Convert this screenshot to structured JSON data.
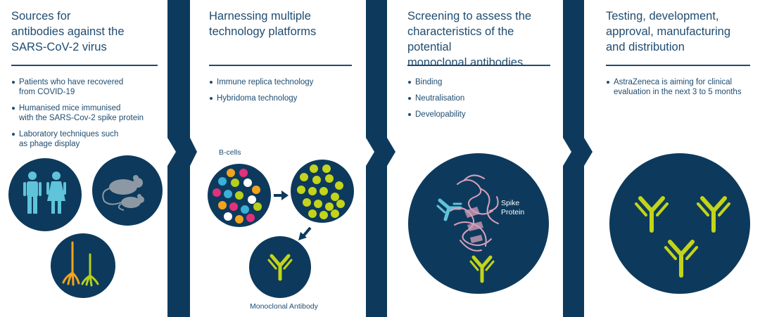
{
  "panels": [
    {
      "title": "Sources for\nantibodies against the\nSARS-CoV-2 virus",
      "bullets": [
        "Patients who have recovered\nfrom COVID-19",
        "Humanised mice immunised\nwith the SARS-Cov-2 spike protein",
        "Laboratory techniques such\nas phage display"
      ]
    },
    {
      "title": "Harnessing multiple\ntechnology platforms",
      "bullets": [
        "Immune replica technology",
        "Hybridoma technology"
      ],
      "bcells_label": "B-cells",
      "monoclonal_label": "Monoclonal Antibody"
    },
    {
      "title": "Screening to assess the\ncharacteristics of the potential\nmonoclonal antibodies",
      "bullets": [
        "Binding",
        "Neutralisation",
        "Developability"
      ],
      "spike_label": "Spike\nProtein"
    },
    {
      "title": "Testing, development,\napproval, manufacturing\nand distribution",
      "bullets": [
        "AstraZeneca is aiming for clinical\nevaluation in the next 3 to 5 months"
      ]
    }
  ],
  "colors": {
    "navy": "#0d3a5c",
    "text": "#1f4c70",
    "human": "#5fc3d9",
    "mouse": "#8c99a4",
    "rake_orange": "#f3a41c",
    "rake_green": "#b5cf1b",
    "antibody": "#c3d41a",
    "cell_colors": [
      "#f3a41c",
      "#e2307a",
      "#3ab0d8",
      "#b5cf1b",
      "#ffffff"
    ]
  },
  "icons": [
    "person-icon",
    "mouse-icon",
    "rake-icon",
    "arrow-icon",
    "antibody-icon",
    "spike-protein-icon"
  ]
}
